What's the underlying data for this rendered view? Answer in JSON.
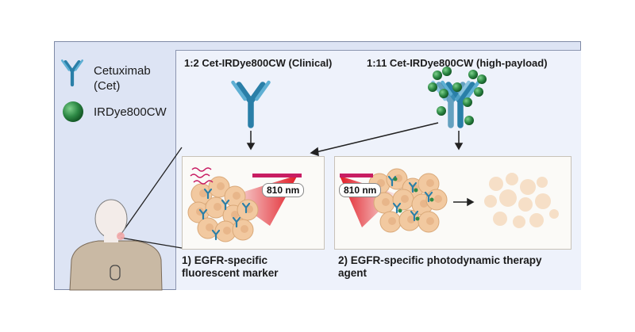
{
  "legend": {
    "antibody_label": "Cetuximab\n(Cet)",
    "dye_label": "IRDye800CW",
    "icons": [
      "antibody-icon",
      "dye-sphere-icon"
    ]
  },
  "conjugates": {
    "clinical_title": "1:2 Cet-IRDye800CW (Clinical)",
    "highpayload_title": "1:11 Cet-IRDye800CW (high-payload)"
  },
  "panels": {
    "left": {
      "wavelength": "810 nm",
      "caption": "1) EGFR-specific fluorescent marker"
    },
    "right": {
      "wavelength": "810 nm",
      "caption": "2) EGFR-specific photodynamic therapy agent"
    }
  },
  "colors": {
    "antibody": "#2a7fa8",
    "dye": "#2e8a46",
    "laser": "#e0101a",
    "tumor": "#f2c9a0",
    "background": "#dde4f4"
  }
}
